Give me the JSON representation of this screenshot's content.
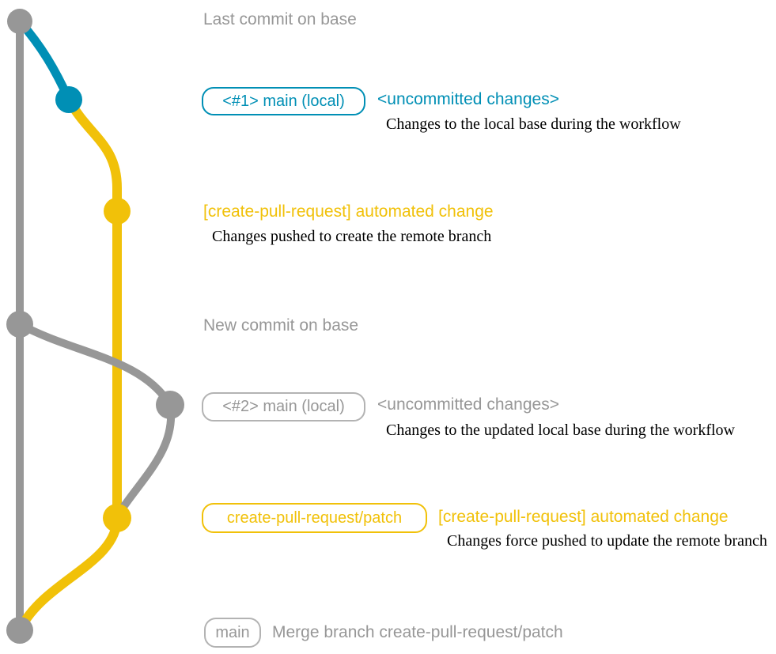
{
  "colors": {
    "gray": "#979797",
    "graybox": "#b3b3b3",
    "blue": "#008fb5",
    "yellow": "#f1c109"
  },
  "rows": {
    "last_commit": {
      "message": "Last commit on base"
    },
    "commit_uncommitted_1": {
      "branch_label": "<#1> main (local)",
      "message": "<uncommitted changes>",
      "caption": "Changes to the local base during the workflow"
    },
    "commit_automated_1": {
      "message": "[create-pull-request] automated change",
      "caption": "Changes pushed to create the remote branch"
    },
    "new_commit": {
      "message": "New commit on base"
    },
    "commit_uncommitted_2": {
      "branch_label": "<#2> main (local)",
      "message": "<uncommitted changes>",
      "caption": "Changes to the updated local base during the workflow"
    },
    "commit_automated_2": {
      "branch_label": "create-pull-request/patch",
      "message": "[create-pull-request] automated change",
      "caption": "Changes force pushed to update the remote branch"
    },
    "merge_commit": {
      "branch_label": "main",
      "message": "Merge branch create-pull-request/patch"
    }
  }
}
